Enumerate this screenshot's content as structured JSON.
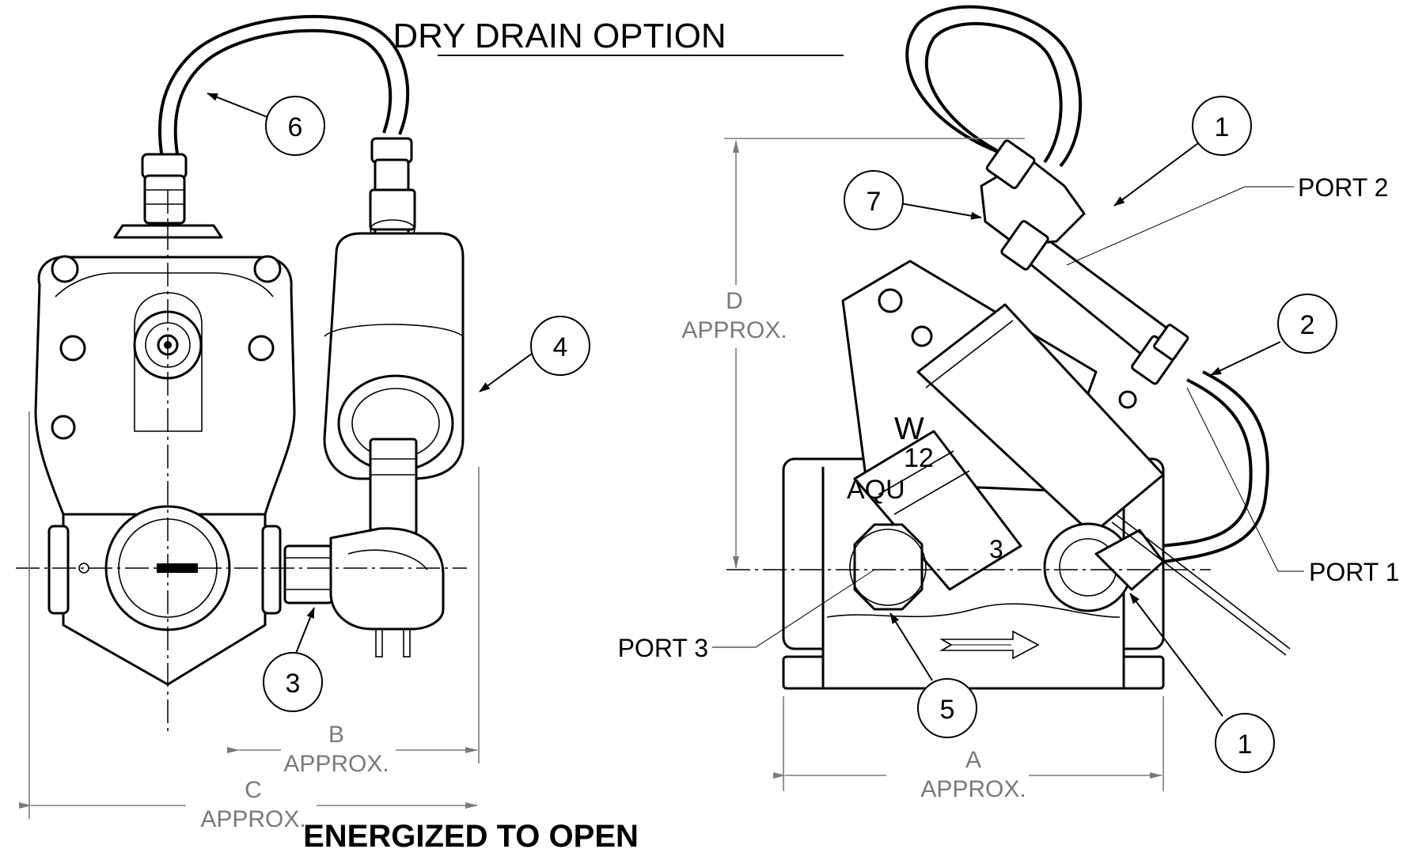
{
  "title": "DRY DRAIN OPTION",
  "subtitle": "ENERGIZED TO OPEN",
  "balloons": [
    {
      "id": "b6",
      "text": "6"
    },
    {
      "id": "b4",
      "text": "4"
    },
    {
      "id": "b3",
      "text": "3"
    },
    {
      "id": "b7",
      "text": "7"
    },
    {
      "id": "b1a",
      "text": "1"
    },
    {
      "id": "b2",
      "text": "2"
    },
    {
      "id": "b5",
      "text": "5"
    },
    {
      "id": "b1b",
      "text": "1"
    }
  ],
  "ports": {
    "port1": "PORT 1",
    "port2": "PORT 2",
    "port3": "PORT 3"
  },
  "dimensions": {
    "a_letter": "A",
    "a_note": "APPROX.",
    "b_letter": "B",
    "b_note": "APPROX.",
    "c_letter": "C",
    "c_note": "APPROX.",
    "d_letter": "D",
    "d_note": "APPROX."
  },
  "casting_marks": [
    "W",
    "12",
    "AQU"
  ]
}
